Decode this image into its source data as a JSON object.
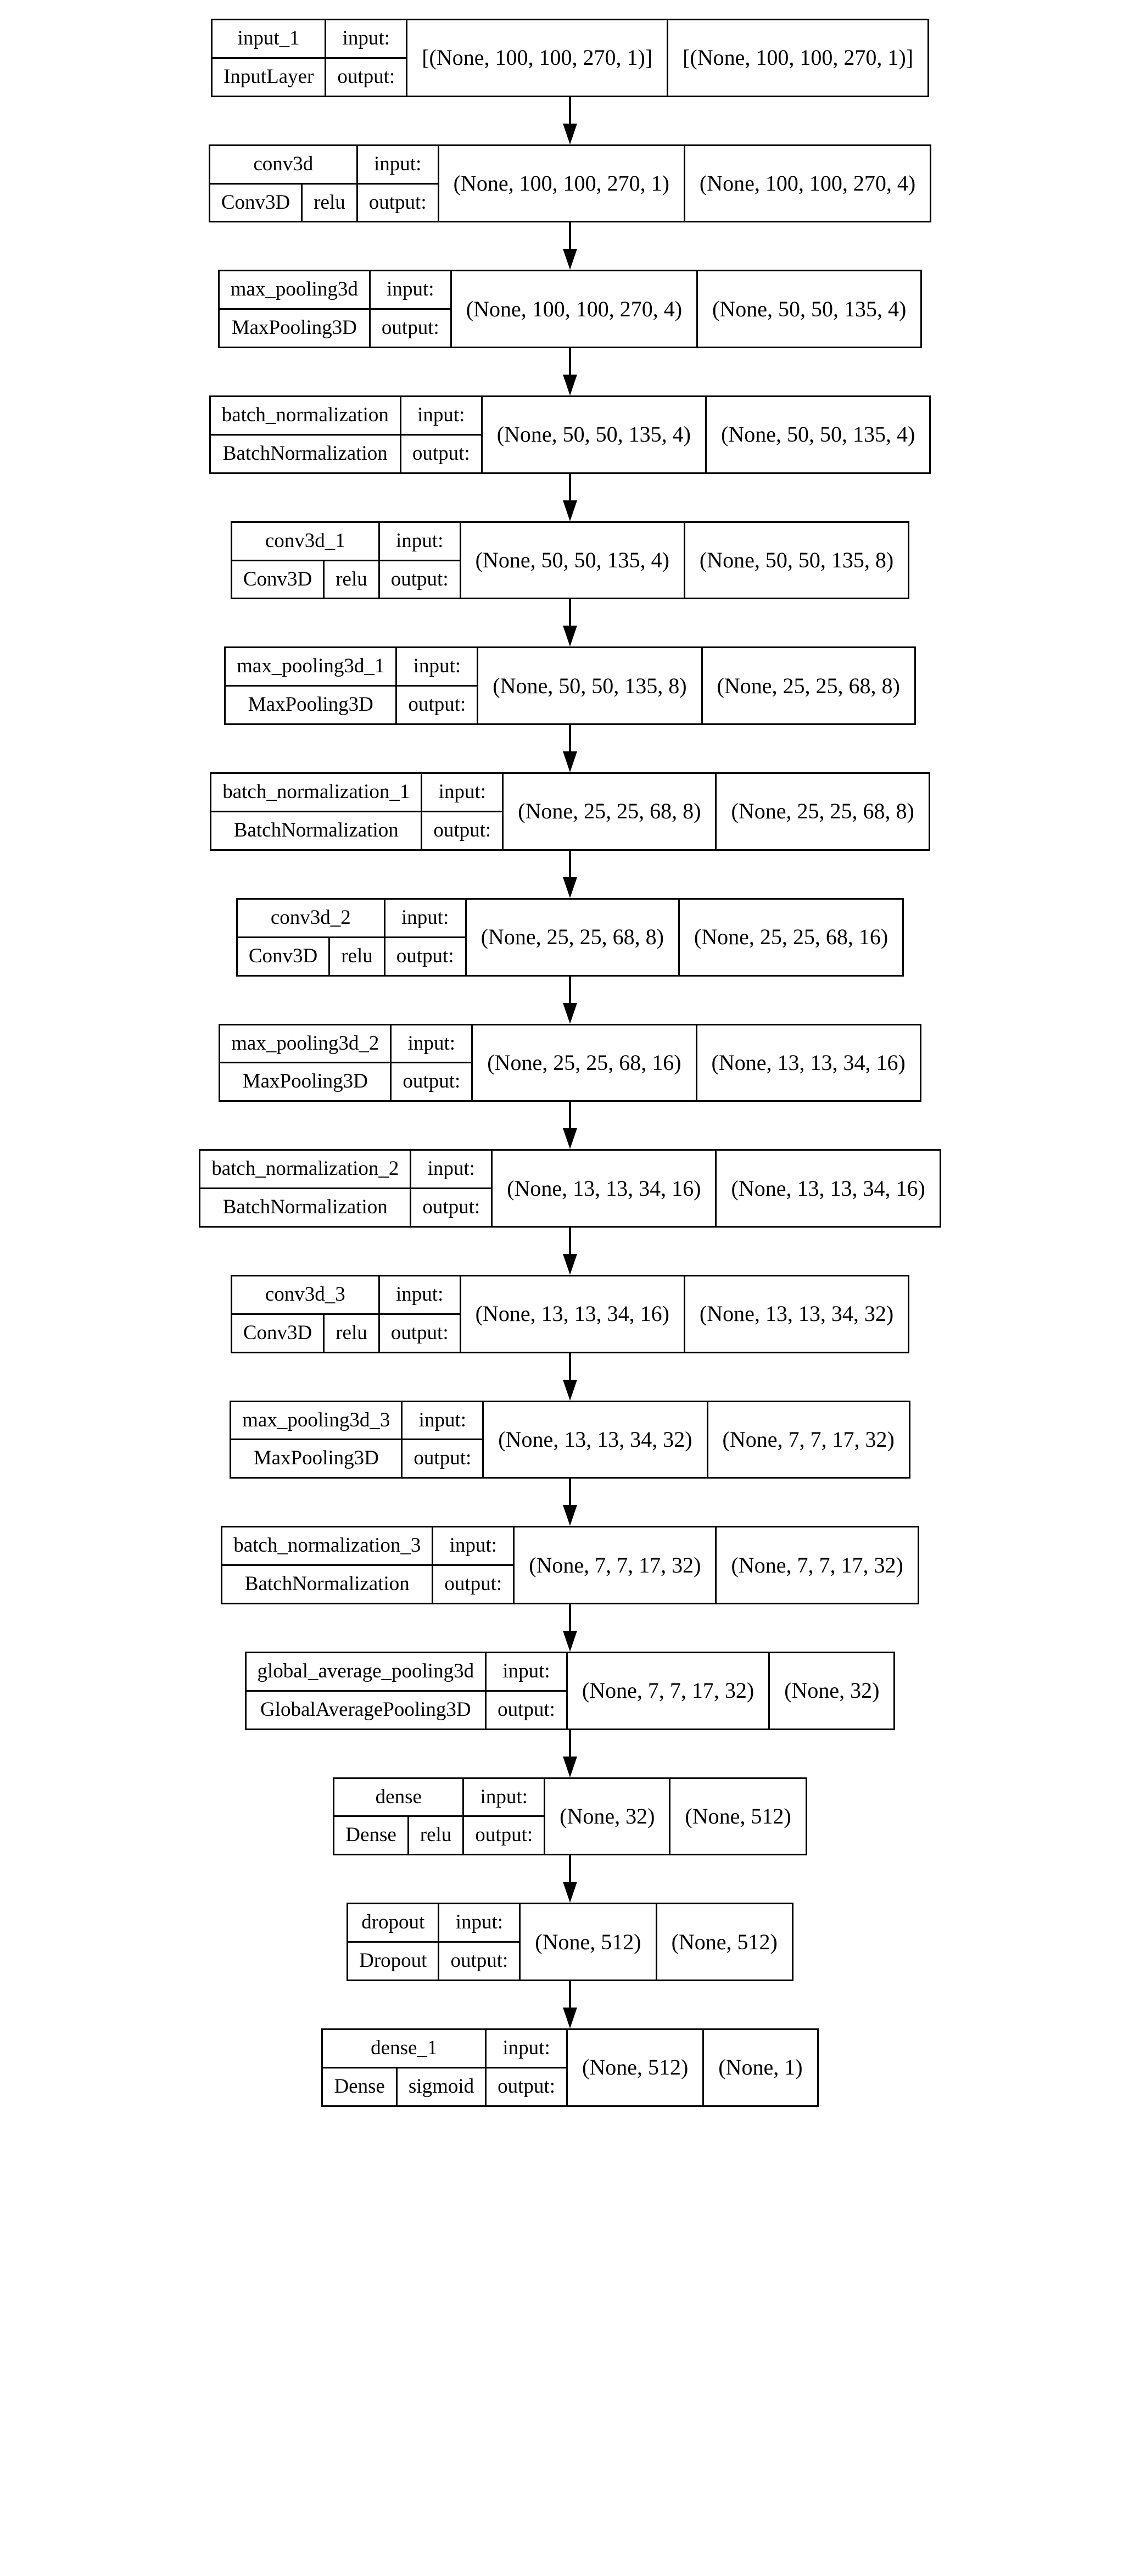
{
  "diagram": {
    "title": "Keras model architecture graph",
    "kind": "keras-plot-model",
    "io_labels": {
      "input": "input:",
      "output": "output:"
    },
    "colors": {
      "border": "#000000",
      "background": "#ffffff",
      "text": "#000000"
    },
    "edge_count": 15
  },
  "layers": [
    {
      "name": "input_1",
      "class_name": "InputLayer",
      "activation": null,
      "input_shape": "[(None, 100, 100, 270, 1)]",
      "output_shape": "[(None, 100, 100, 270, 1)]"
    },
    {
      "name": "conv3d",
      "class_name": "Conv3D",
      "activation": "relu",
      "input_shape": "(None, 100, 100, 270, 1)",
      "output_shape": "(None, 100, 100, 270, 4)"
    },
    {
      "name": "max_pooling3d",
      "class_name": "MaxPooling3D",
      "activation": null,
      "input_shape": "(None, 100, 100, 270, 4)",
      "output_shape": "(None, 50, 50, 135, 4)"
    },
    {
      "name": "batch_normalization",
      "class_name": "BatchNormalization",
      "activation": null,
      "input_shape": "(None, 50, 50, 135, 4)",
      "output_shape": "(None, 50, 50, 135, 4)"
    },
    {
      "name": "conv3d_1",
      "class_name": "Conv3D",
      "activation": "relu",
      "input_shape": "(None, 50, 50, 135, 4)",
      "output_shape": "(None, 50, 50, 135, 8)"
    },
    {
      "name": "max_pooling3d_1",
      "class_name": "MaxPooling3D",
      "activation": null,
      "input_shape": "(None, 50, 50, 135, 8)",
      "output_shape": "(None, 25, 25, 68, 8)"
    },
    {
      "name": "batch_normalization_1",
      "class_name": "BatchNormalization",
      "activation": null,
      "input_shape": "(None, 25, 25, 68, 8)",
      "output_shape": "(None, 25, 25, 68, 8)"
    },
    {
      "name": "conv3d_2",
      "class_name": "Conv3D",
      "activation": "relu",
      "input_shape": "(None, 25, 25, 68, 8)",
      "output_shape": "(None, 25, 25, 68, 16)"
    },
    {
      "name": "max_pooling3d_2",
      "class_name": "MaxPooling3D",
      "activation": null,
      "input_shape": "(None, 25, 25, 68, 16)",
      "output_shape": "(None, 13, 13, 34, 16)"
    },
    {
      "name": "batch_normalization_2",
      "class_name": "BatchNormalization",
      "activation": null,
      "input_shape": "(None, 13, 13, 34, 16)",
      "output_shape": "(None, 13, 13, 34, 16)"
    },
    {
      "name": "conv3d_3",
      "class_name": "Conv3D",
      "activation": "relu",
      "input_shape": "(None, 13, 13, 34, 16)",
      "output_shape": "(None, 13, 13, 34, 32)"
    },
    {
      "name": "max_pooling3d_3",
      "class_name": "MaxPooling3D",
      "activation": null,
      "input_shape": "(None, 13, 13, 34, 32)",
      "output_shape": "(None, 7, 7, 17, 32)"
    },
    {
      "name": "batch_normalization_3",
      "class_name": "BatchNormalization",
      "activation": null,
      "input_shape": "(None, 7, 7, 17, 32)",
      "output_shape": "(None, 7, 7, 17, 32)"
    },
    {
      "name": "global_average_pooling3d",
      "class_name": "GlobalAveragePooling3D",
      "activation": null,
      "input_shape": "(None, 7, 7, 17, 32)",
      "output_shape": "(None, 32)"
    },
    {
      "name": "dense",
      "class_name": "Dense",
      "activation": "relu",
      "input_shape": "(None, 32)",
      "output_shape": "(None, 512)"
    },
    {
      "name": "dropout",
      "class_name": "Dropout",
      "activation": null,
      "input_shape": "(None, 512)",
      "output_shape": "(None, 512)"
    },
    {
      "name": "dense_1",
      "class_name": "Dense",
      "activation": "sigmoid",
      "input_shape": "(None, 512)",
      "output_shape": "(None, 1)"
    }
  ]
}
